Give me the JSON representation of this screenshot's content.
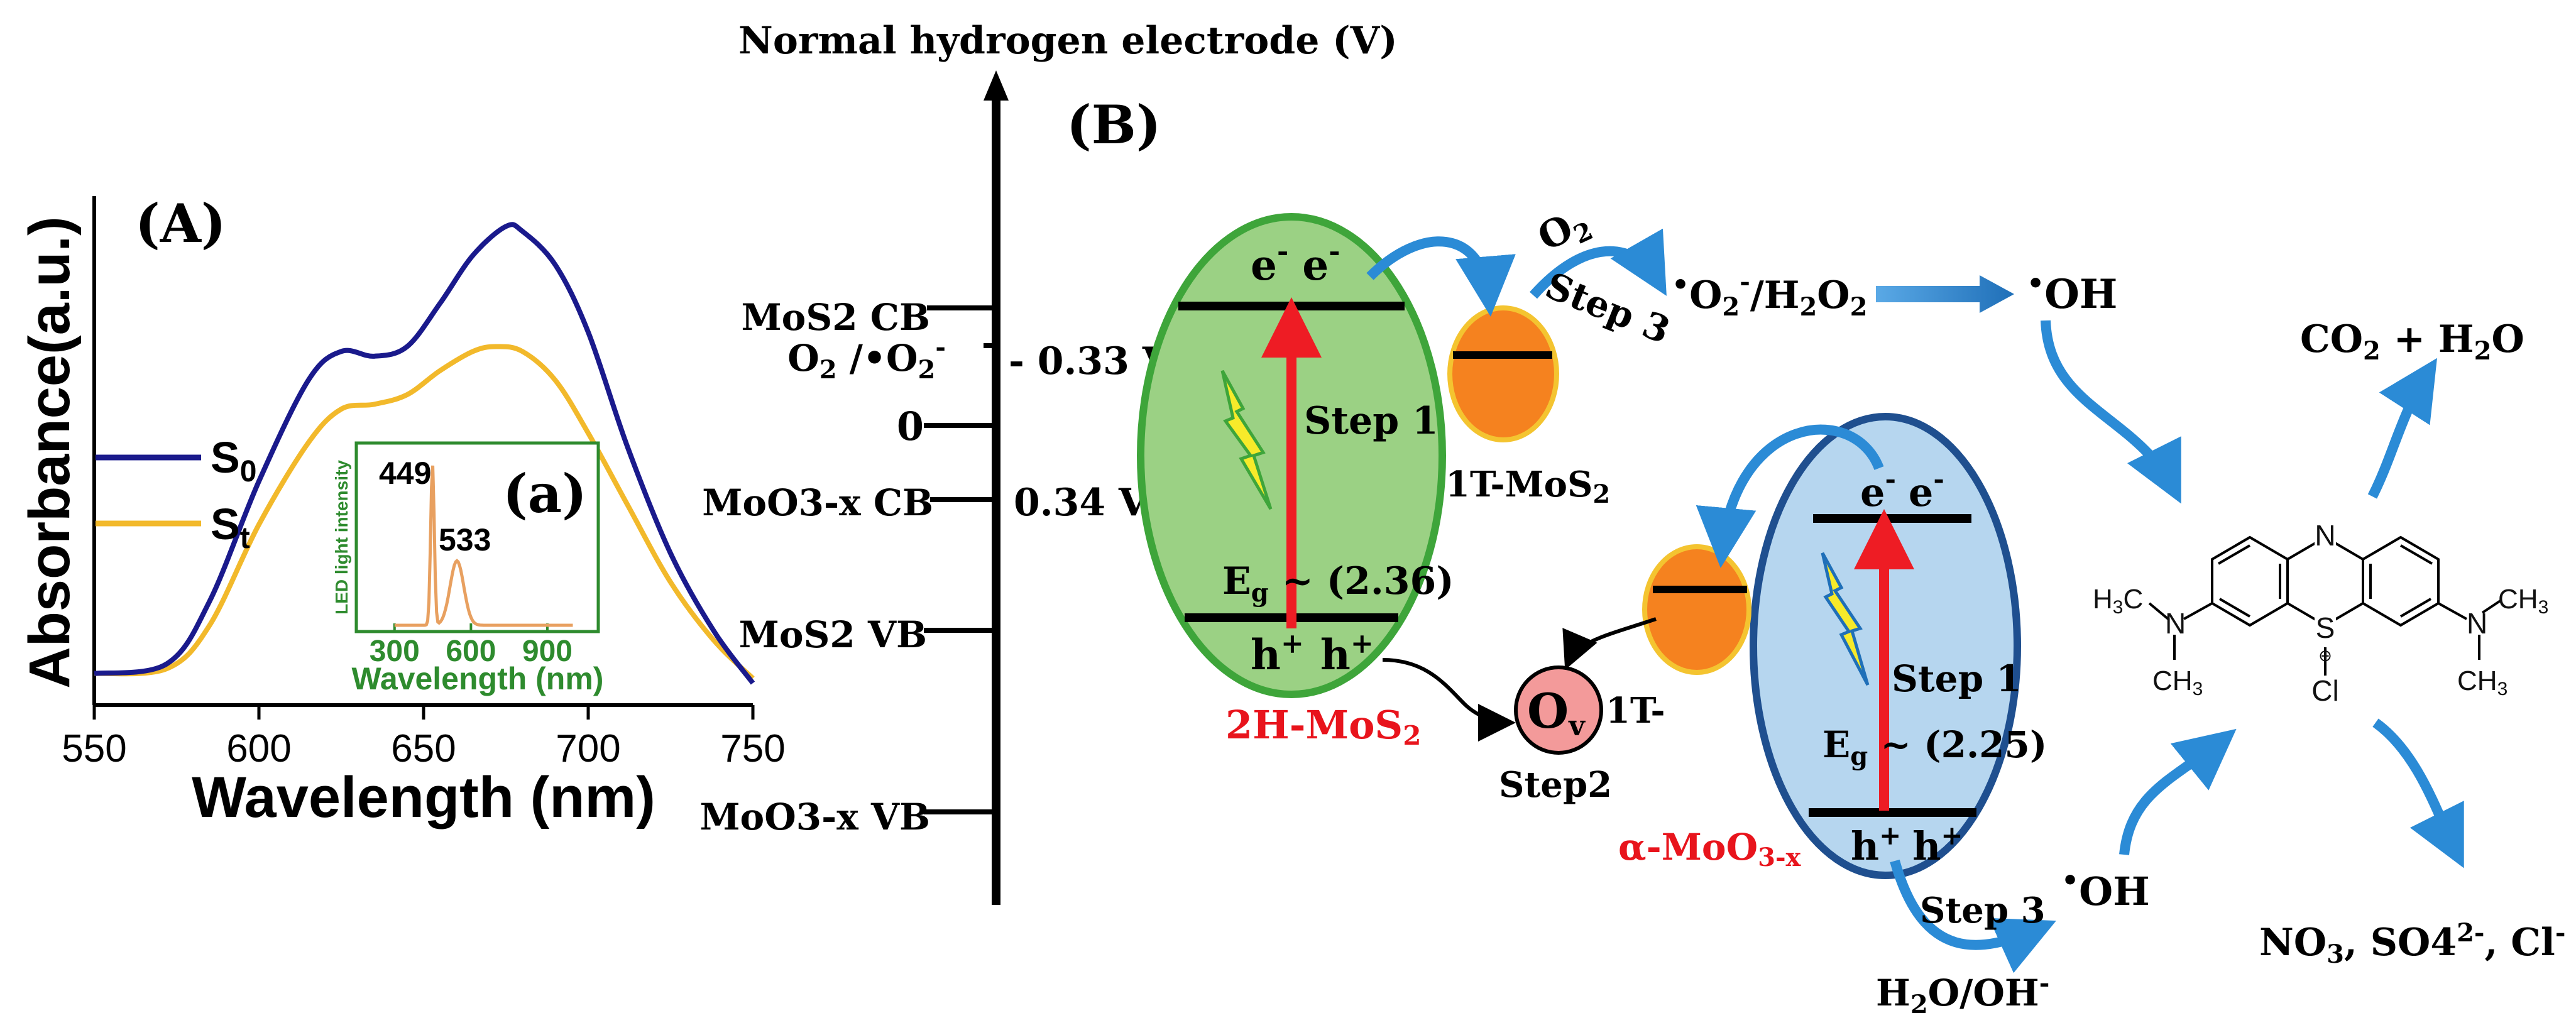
{
  "panel_a": {
    "label": "(A)",
    "inset_label": "(a)",
    "y_axis_label": "Absorbance(a.u.)",
    "x_axis_label": "Wavelength (nm)",
    "x_ticks": [
      "550",
      "600",
      "650",
      "700",
      "750"
    ],
    "legend": [
      {
        "symbol": "S",
        "sub": "0",
        "color": "#1a1a8c"
      },
      {
        "symbol": "S",
        "sub": "t",
        "color": "#f2b92b"
      }
    ],
    "inset": {
      "y_axis_label": "LED light intensity",
      "x_axis_label": "Wavelength (nm)",
      "x_ticks": [
        "300",
        "600",
        "900"
      ],
      "peaks": [
        "449",
        "533"
      ],
      "color": "#e8a060",
      "axis_color": "#2e8b2e"
    },
    "chart_data": {
      "type": "line",
      "x_range": [
        550,
        750
      ],
      "series": [
        {
          "name": "S0",
          "color": "#1a1a8c",
          "x": [
            550,
            572,
            585,
            600,
            615,
            625,
            635,
            645,
            655,
            665,
            675,
            680,
            690,
            700,
            712,
            725,
            738,
            750
          ],
          "y": [
            0.05,
            0.07,
            0.2,
            0.45,
            0.66,
            0.72,
            0.71,
            0.73,
            0.82,
            0.92,
            0.98,
            0.97,
            0.9,
            0.76,
            0.52,
            0.3,
            0.14,
            0.03
          ]
        },
        {
          "name": "St",
          "color": "#f2b92b",
          "x": [
            550,
            572,
            585,
            600,
            615,
            625,
            635,
            645,
            655,
            665,
            672,
            680,
            690,
            700,
            712,
            725,
            738,
            750
          ],
          "y": [
            0.05,
            0.06,
            0.15,
            0.36,
            0.53,
            0.6,
            0.61,
            0.63,
            0.68,
            0.72,
            0.73,
            0.72,
            0.66,
            0.55,
            0.4,
            0.24,
            0.12,
            0.04
          ]
        }
      ]
    }
  },
  "panel_b": {
    "label": "(B)",
    "axis_title": "Normal hydrogen electrode (V)",
    "levels": {
      "mos2_cb": "MoS2 CB",
      "o2_pre": "O",
      "o2_sub": "2",
      "o2_post": " /•O",
      "o2_sub2": "2",
      "o2_sup": "-",
      "val_033": "- 0.33 V",
      "zero": "0",
      "moo3_cb": "MoO3-x CB",
      "val_034": "0.34 V",
      "mos2_vb": "MoS2 VB",
      "moo3_vb": "MoO3-x VB"
    },
    "mos2": {
      "name": "2H-MoS",
      "name_sub": "2",
      "electrons": "e",
      "holes": "h",
      "step": "Step 1",
      "eg_pre": "E",
      "eg_sub": "g",
      "eg_val": " ~ (2.36)"
    },
    "moo3": {
      "name": "α-MoO",
      "name_sub": "3-x",
      "electrons": "e",
      "holes": "h",
      "step": "Step 1",
      "eg_pre": "E",
      "eg_sub": "g",
      "eg_val": " ~ (2.25)"
    },
    "t_mos2_upper": {
      "label": "1T-MoS",
      "label_sub": "2"
    },
    "t_mos2_lower": {
      "label": "1T-"
    },
    "vacancy": {
      "symbol": "O",
      "sub": "v",
      "step": "Step2"
    },
    "o2_reagent": {
      "text": "O",
      "sub": "2"
    },
    "step3_top": "Step 3",
    "superoxide": {
      "dot": "•",
      "o": "O",
      "sub": "2",
      "sup": "-",
      "rest": "/H",
      "sub2": "2",
      "o2": "O",
      "sub3": "2"
    },
    "hydroxyl_top": {
      "dot": "•",
      "text": "OH"
    },
    "hydroxyl_bottom": {
      "dot": "•",
      "text": "OH"
    },
    "step3_bottom": "Step 3",
    "water": {
      "h": "H",
      "sub": "2",
      "rest": "O/OH",
      "sup": "-"
    },
    "co2": {
      "c": "CO",
      "sub": "2",
      "plus": " + H",
      "sub2": "2",
      "o": "O"
    },
    "products": {
      "no3": "NO",
      "no3_sub": "3",
      "so4": ", SO4",
      "so4_sup": "2-",
      "cl": ", Cl",
      "cl_sup": "-"
    },
    "molecule": {
      "n_ring": "N",
      "s_ring": "S",
      "s_charge": "⊕",
      "cl": "Cl",
      "left_h3c": "H",
      "left_h3c_sub": "3",
      "left_h3c_c": "C",
      "left_n": "N",
      "left_ch3": "CH",
      "left_ch3_sub": "3",
      "right_n": "N",
      "right_ch3_top": "CH",
      "right_ch3_top_sub": "3",
      "right_ch3_bot": "CH",
      "right_ch3_bot_sub": "3"
    },
    "colors": {
      "mos2_fill": "#9bd184",
      "mos2_stroke": "#3ea53a",
      "moo3_fill": "#b6d6ef",
      "moo3_stroke": "#1f4f8f",
      "orange_fill": "#f5821f",
      "orange_stroke": "#f4c430",
      "vacancy_fill": "#f39a9a",
      "red": "#ee1c24",
      "blue_arrow": "#2b8bd6",
      "label_red": "#e8141c"
    }
  }
}
